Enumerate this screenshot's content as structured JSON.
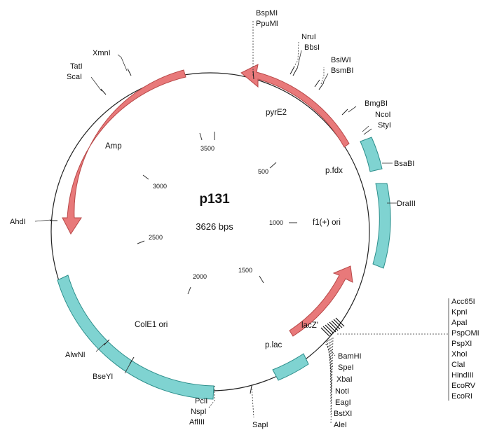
{
  "plasmid": {
    "name": "p131",
    "size_label": "3626 bps",
    "length_bp": 3626
  },
  "colors": {
    "backbone": "#222222",
    "arrow_fill": "#e8797a",
    "arrow_stroke": "#b84848",
    "box_fill": "#7fd3d1",
    "box_stroke": "#2e8f8c"
  },
  "ticks": [
    "500",
    "1000",
    "1500",
    "2000",
    "2500",
    "3000",
    "3500"
  ],
  "features": {
    "pyrE2": "pyrE2",
    "amp": "Amp",
    "pfdx": "p.fdx",
    "f1ori": "f1(+) ori",
    "colE1": "ColE1 ori",
    "plac": "p.lac",
    "lacZ": "lacZ'"
  },
  "sites": {
    "top": [
      "BspMI",
      "PpuMI",
      "NruI",
      "BbsI",
      "BsiWI",
      "BsmBI"
    ],
    "upper_right": [
      "BmgBI",
      "NcoI",
      "StyI",
      "BsaBI",
      "DraIII"
    ],
    "upper_left": [
      "XmnI",
      "TatI",
      "ScaI"
    ],
    "left": [
      "AhdI",
      "AlwNI",
      "BseYI"
    ],
    "bottom": [
      "PciI",
      "NspI",
      "AflIII",
      "SapI"
    ],
    "mcs_lower": [
      "BamHI",
      "SpeI",
      "XbaI",
      "NotI",
      "EagI",
      "BstXI",
      "AleI"
    ],
    "mcs_right": [
      "Acc65I",
      "KpnI",
      "ApaI",
      "PspOMI",
      "PspXI",
      "XhoI",
      "ClaI",
      "HindIII",
      "EcoRV",
      "EcoRI"
    ]
  }
}
